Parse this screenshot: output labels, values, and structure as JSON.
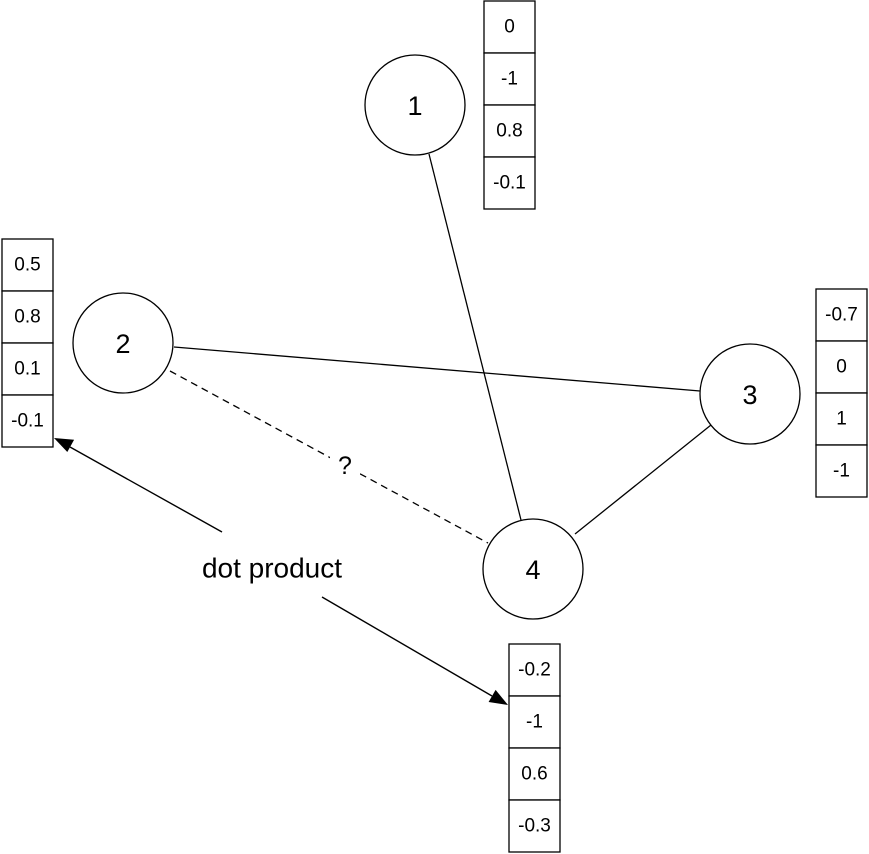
{
  "nodes": [
    {
      "id": "1",
      "label": "1"
    },
    {
      "id": "2",
      "label": "2"
    },
    {
      "id": "3",
      "label": "3"
    },
    {
      "id": "4",
      "label": "4"
    }
  ],
  "edges": [
    {
      "from": "1",
      "to": "4",
      "style": "solid"
    },
    {
      "from": "2",
      "to": "3",
      "style": "solid"
    },
    {
      "from": "3",
      "to": "4",
      "style": "solid"
    },
    {
      "from": "2",
      "to": "4",
      "style": "dashed",
      "label": "?"
    }
  ],
  "vectors": {
    "node1": [
      "0",
      "-1",
      "0.8",
      "-0.1"
    ],
    "node2": [
      "0.5",
      "0.8",
      "0.1",
      "-0.1"
    ],
    "node3": [
      "-0.7",
      "0",
      "1",
      "-1"
    ],
    "node4": [
      "-0.2",
      "-1",
      "0.6",
      "-0.3"
    ]
  },
  "annotation": {
    "label": "dot product",
    "points_to": [
      "node2",
      "node4"
    ]
  }
}
